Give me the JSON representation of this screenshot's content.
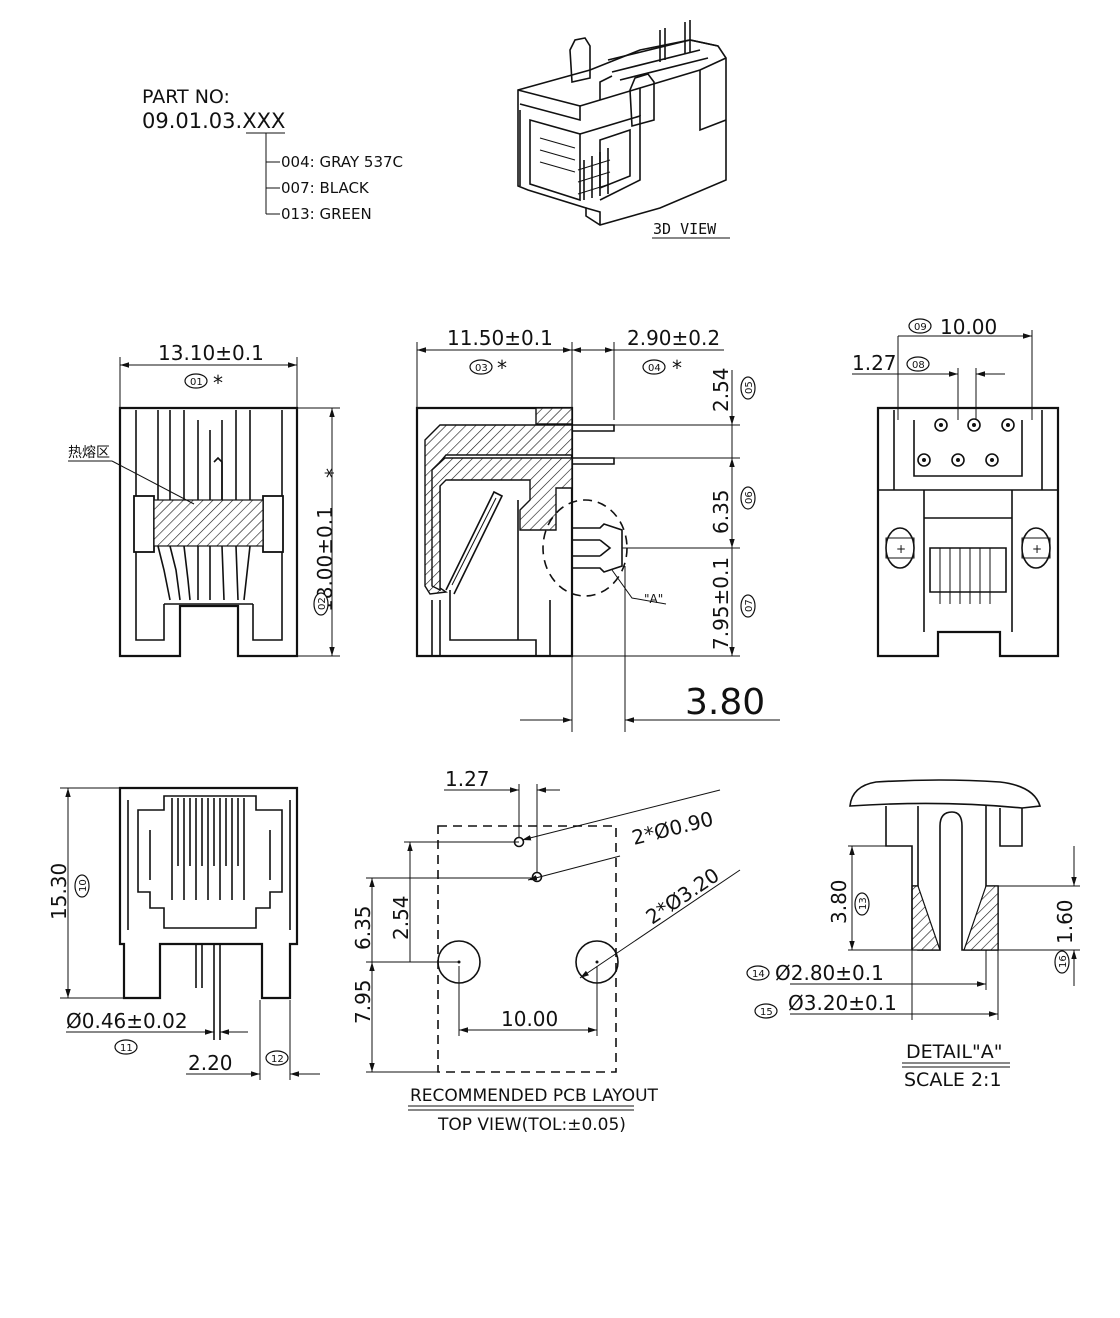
{
  "part": {
    "label": "PART NO:",
    "number": "09.01.03.XXX",
    "options": [
      "004: GRAY 537C",
      "007: BLACK",
      "013: GREEN"
    ]
  },
  "views": {
    "view3d": "3D VIEW",
    "hot_melt": "热熔区",
    "pcb_title": "RECOMMENDED PCB LAYOUT",
    "pcb_sub": "TOP VIEW(TOL:±0.05)",
    "detail_title": "DETAIL\"A\"",
    "detail_scale": "SCALE 2:1",
    "detail_ref": "\"A\""
  },
  "dims": {
    "d01": "13.10±0.1",
    "d02": "18.00±0.1",
    "d03": "11.50±0.1",
    "d04": "2.90±0.2",
    "d05": "2.54",
    "d06": "6.35",
    "d07": "7.95±0.1",
    "d380": "3.80",
    "d08": "1.27",
    "d09": "10.00",
    "d10": "15.30",
    "d11": "Ø0.46±0.02",
    "d12": "2.20",
    "pcb_127": "1.27",
    "pcb_090": "2*Ø0.90",
    "pcb_320": "2*Ø3.20",
    "pcb_635": "6.35",
    "pcb_254": "2.54",
    "pcb_795": "7.95",
    "pcb_1000": "10.00",
    "d13": "3.80",
    "d14": "Ø2.80±0.1",
    "d15": "Ø3.20±0.1",
    "d16": "1.60",
    "star": "*"
  },
  "callouts": [
    "01",
    "02",
    "03",
    "04",
    "05",
    "06",
    "07",
    "08",
    "09",
    "10",
    "11",
    "12",
    "13",
    "14",
    "15",
    "16"
  ]
}
